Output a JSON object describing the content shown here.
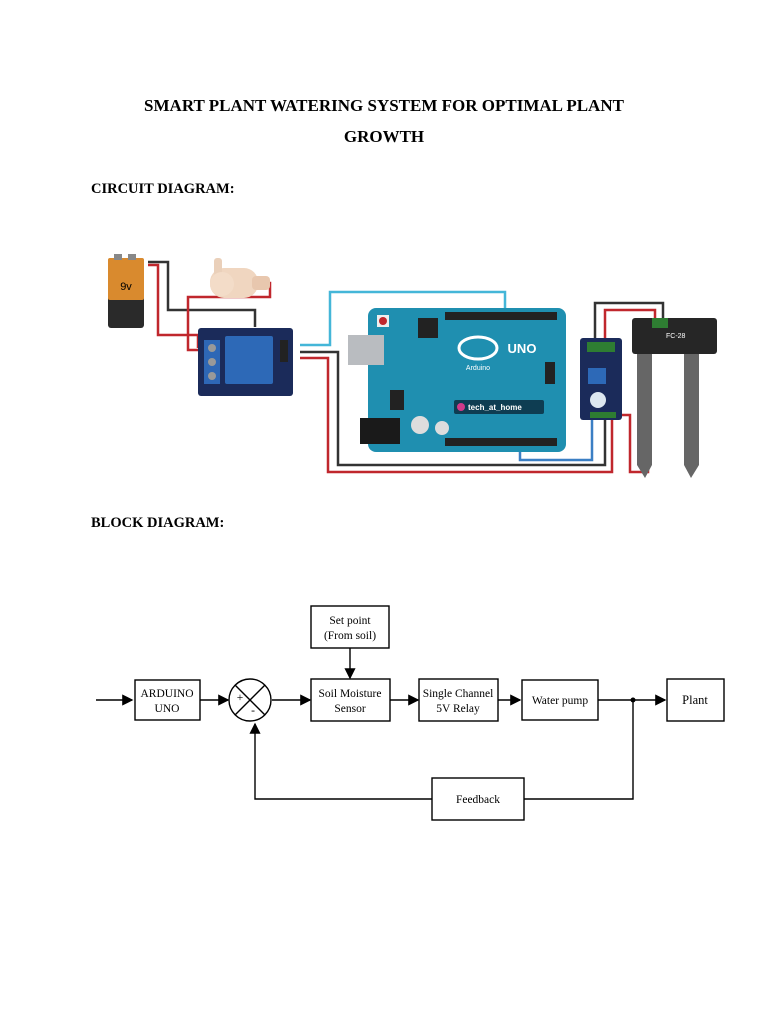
{
  "document": {
    "title_line1": "SMART PLANT WATERING SYSTEM FOR OPTIMAL PLANT",
    "title_line2": "GROWTH",
    "circuit_heading": "CIRCUIT DIAGRAM:",
    "block_heading": "BLOCK DIAGRAM:"
  },
  "circuit": {
    "battery_label": "9v",
    "arduino_logo_text": "UNO",
    "arduino_brand": "Arduino",
    "watermark": "tech_at_home",
    "probe_label": "FC-28"
  },
  "block_diagram": {
    "setpoint": {
      "line1": "Set point",
      "line2": "(From soil)"
    },
    "arduino": {
      "line1": "ARDUINO",
      "line2": "UNO"
    },
    "summing": {
      "plus": "+",
      "minus": "-"
    },
    "sensor": {
      "line1": "Soil Moisture",
      "line2": "Sensor"
    },
    "relay": {
      "line1": "Single Channel",
      "line2": "5V Relay"
    },
    "pump": {
      "label": "Water pump"
    },
    "plant": {
      "label": "Plant"
    },
    "feedback": {
      "label": "Feedback"
    }
  },
  "colors": {
    "arduino_board": "#1f8fb0",
    "relay_board": "#1b2b5a",
    "wire_red": "#c0272d",
    "wire_blue": "#3b7fc4",
    "wire_cyan": "#44b6d8",
    "wire_black": "#333333"
  }
}
